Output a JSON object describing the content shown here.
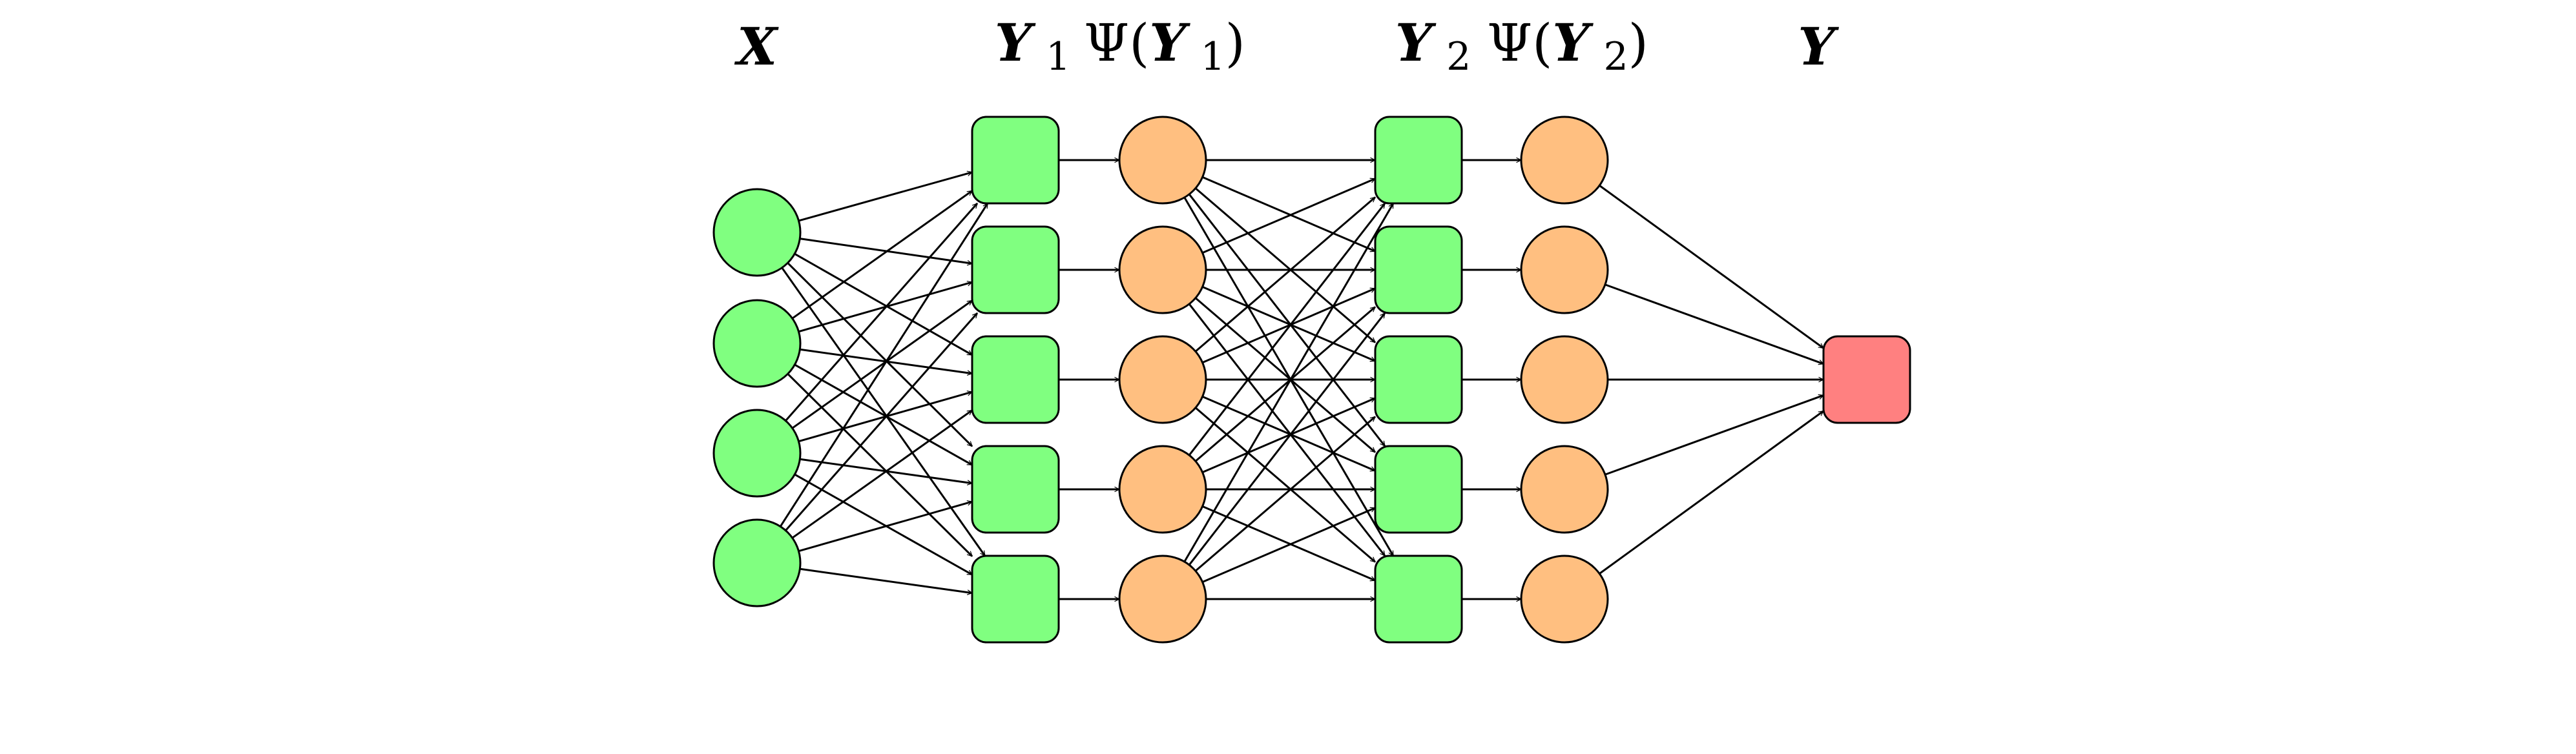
{
  "labels": {
    "input": {
      "symbol": "X",
      "subscript": ""
    },
    "hidden1": {
      "symbol": "Y",
      "subscript": "1"
    },
    "act1": {
      "prefix": "Ψ(",
      "symbol": "Y",
      "subscript": "1",
      "suffix": ")"
    },
    "hidden2": {
      "symbol": "Y",
      "subscript": "2"
    },
    "act2": {
      "prefix": "Ψ(",
      "symbol": "Y",
      "subscript": "2",
      "suffix": ")"
    },
    "output": {
      "symbol": "Y",
      "subscript": ""
    }
  },
  "layers": [
    {
      "id": "input",
      "shape": "circle",
      "count": 4,
      "color": "#80ff80"
    },
    {
      "id": "hidden1",
      "shape": "square",
      "count": 5,
      "color": "#80ff80"
    },
    {
      "id": "act1",
      "shape": "circle",
      "count": 5,
      "color": "#ffbf80"
    },
    {
      "id": "hidden2",
      "shape": "square",
      "count": 5,
      "color": "#80ff80"
    },
    {
      "id": "act2",
      "shape": "circle",
      "count": 5,
      "color": "#ffbf80"
    },
    {
      "id": "output",
      "shape": "square",
      "count": 1,
      "color": "#ff8080"
    }
  ],
  "connections": [
    {
      "from": "input",
      "to": "hidden1",
      "pattern": "full"
    },
    {
      "from": "hidden1",
      "to": "act1",
      "pattern": "one-to-one"
    },
    {
      "from": "act1",
      "to": "hidden2",
      "pattern": "full"
    },
    {
      "from": "hidden2",
      "to": "act2",
      "pattern": "one-to-one"
    },
    {
      "from": "act2",
      "to": "output",
      "pattern": "full"
    }
  ],
  "colors": {
    "stroke": "#000000",
    "background": "#ffffff"
  }
}
